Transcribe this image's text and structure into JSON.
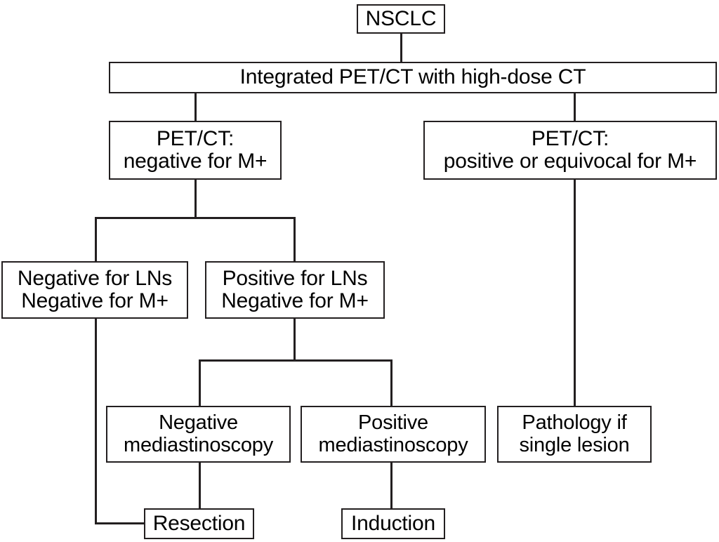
{
  "diagram": {
    "title": "NSCLC staging decision flowchart",
    "background_color": "#ffffff",
    "line_color": "#231f20",
    "text_color": "#000000",
    "nodes": {
      "nsclc": {
        "label": "NSCLC",
        "font_size": "30px"
      },
      "integrated_petct": {
        "label": "Integrated PET/CT with high-dose CT",
        "font_size": "30px"
      },
      "petct_negative": {
        "label": "PET/CT:\nnegative for M+",
        "font_size": "30px"
      },
      "petct_positive": {
        "label": "PET/CT:\npositive or equivocal for M+",
        "font_size": "30px"
      },
      "negative_lns": {
        "label": "Negative for LNs\nNegative for M+",
        "font_size": "30px"
      },
      "positive_lns": {
        "label": "Positive for LNs\nNegative for M+",
        "font_size": "30px"
      },
      "negative_mediastinoscopy": {
        "label": "Negative\nmediastinoscopy",
        "font_size": "29px"
      },
      "positive_mediastinoscopy": {
        "label": "Positive\nmediastinoscopy",
        "font_size": "29px"
      },
      "pathology_single_lesion": {
        "label": "Pathology if\nsingle lesion",
        "font_size": "29px"
      },
      "resection": {
        "label": "Resection",
        "font_size": "30px"
      },
      "induction": {
        "label": "Induction",
        "font_size": "30px"
      }
    },
    "edges": [
      {
        "name": "nsclc-to-integrated",
        "from": "nsclc",
        "to": "integrated_petct"
      },
      {
        "name": "integrated-to-petct-negative",
        "from": "integrated_petct",
        "to": "petct_negative"
      },
      {
        "name": "integrated-to-petct-positive",
        "from": "integrated_petct",
        "to": "petct_positive"
      },
      {
        "name": "petct-negative-to-lns-split",
        "from": "petct_negative",
        "to": "negative_lns"
      },
      {
        "name": "petct-negative-to-positive-lns",
        "from": "petct_negative",
        "to": "positive_lns"
      },
      {
        "name": "negative-lns-to-resection",
        "from": "negative_lns",
        "to": "resection"
      },
      {
        "name": "positive-lns-to-negative-mediastinoscopy",
        "from": "positive_lns",
        "to": "negative_mediastinoscopy"
      },
      {
        "name": "positive-lns-to-positive-mediastinoscopy",
        "from": "positive_lns",
        "to": "positive_mediastinoscopy"
      },
      {
        "name": "negative-mediastinoscopy-to-resection",
        "from": "negative_mediastinoscopy",
        "to": "resection"
      },
      {
        "name": "positive-mediastinoscopy-to-induction",
        "from": "positive_mediastinoscopy",
        "to": "induction"
      },
      {
        "name": "petct-positive-to-pathology",
        "from": "petct_positive",
        "to": "pathology_single_lesion"
      }
    ]
  }
}
